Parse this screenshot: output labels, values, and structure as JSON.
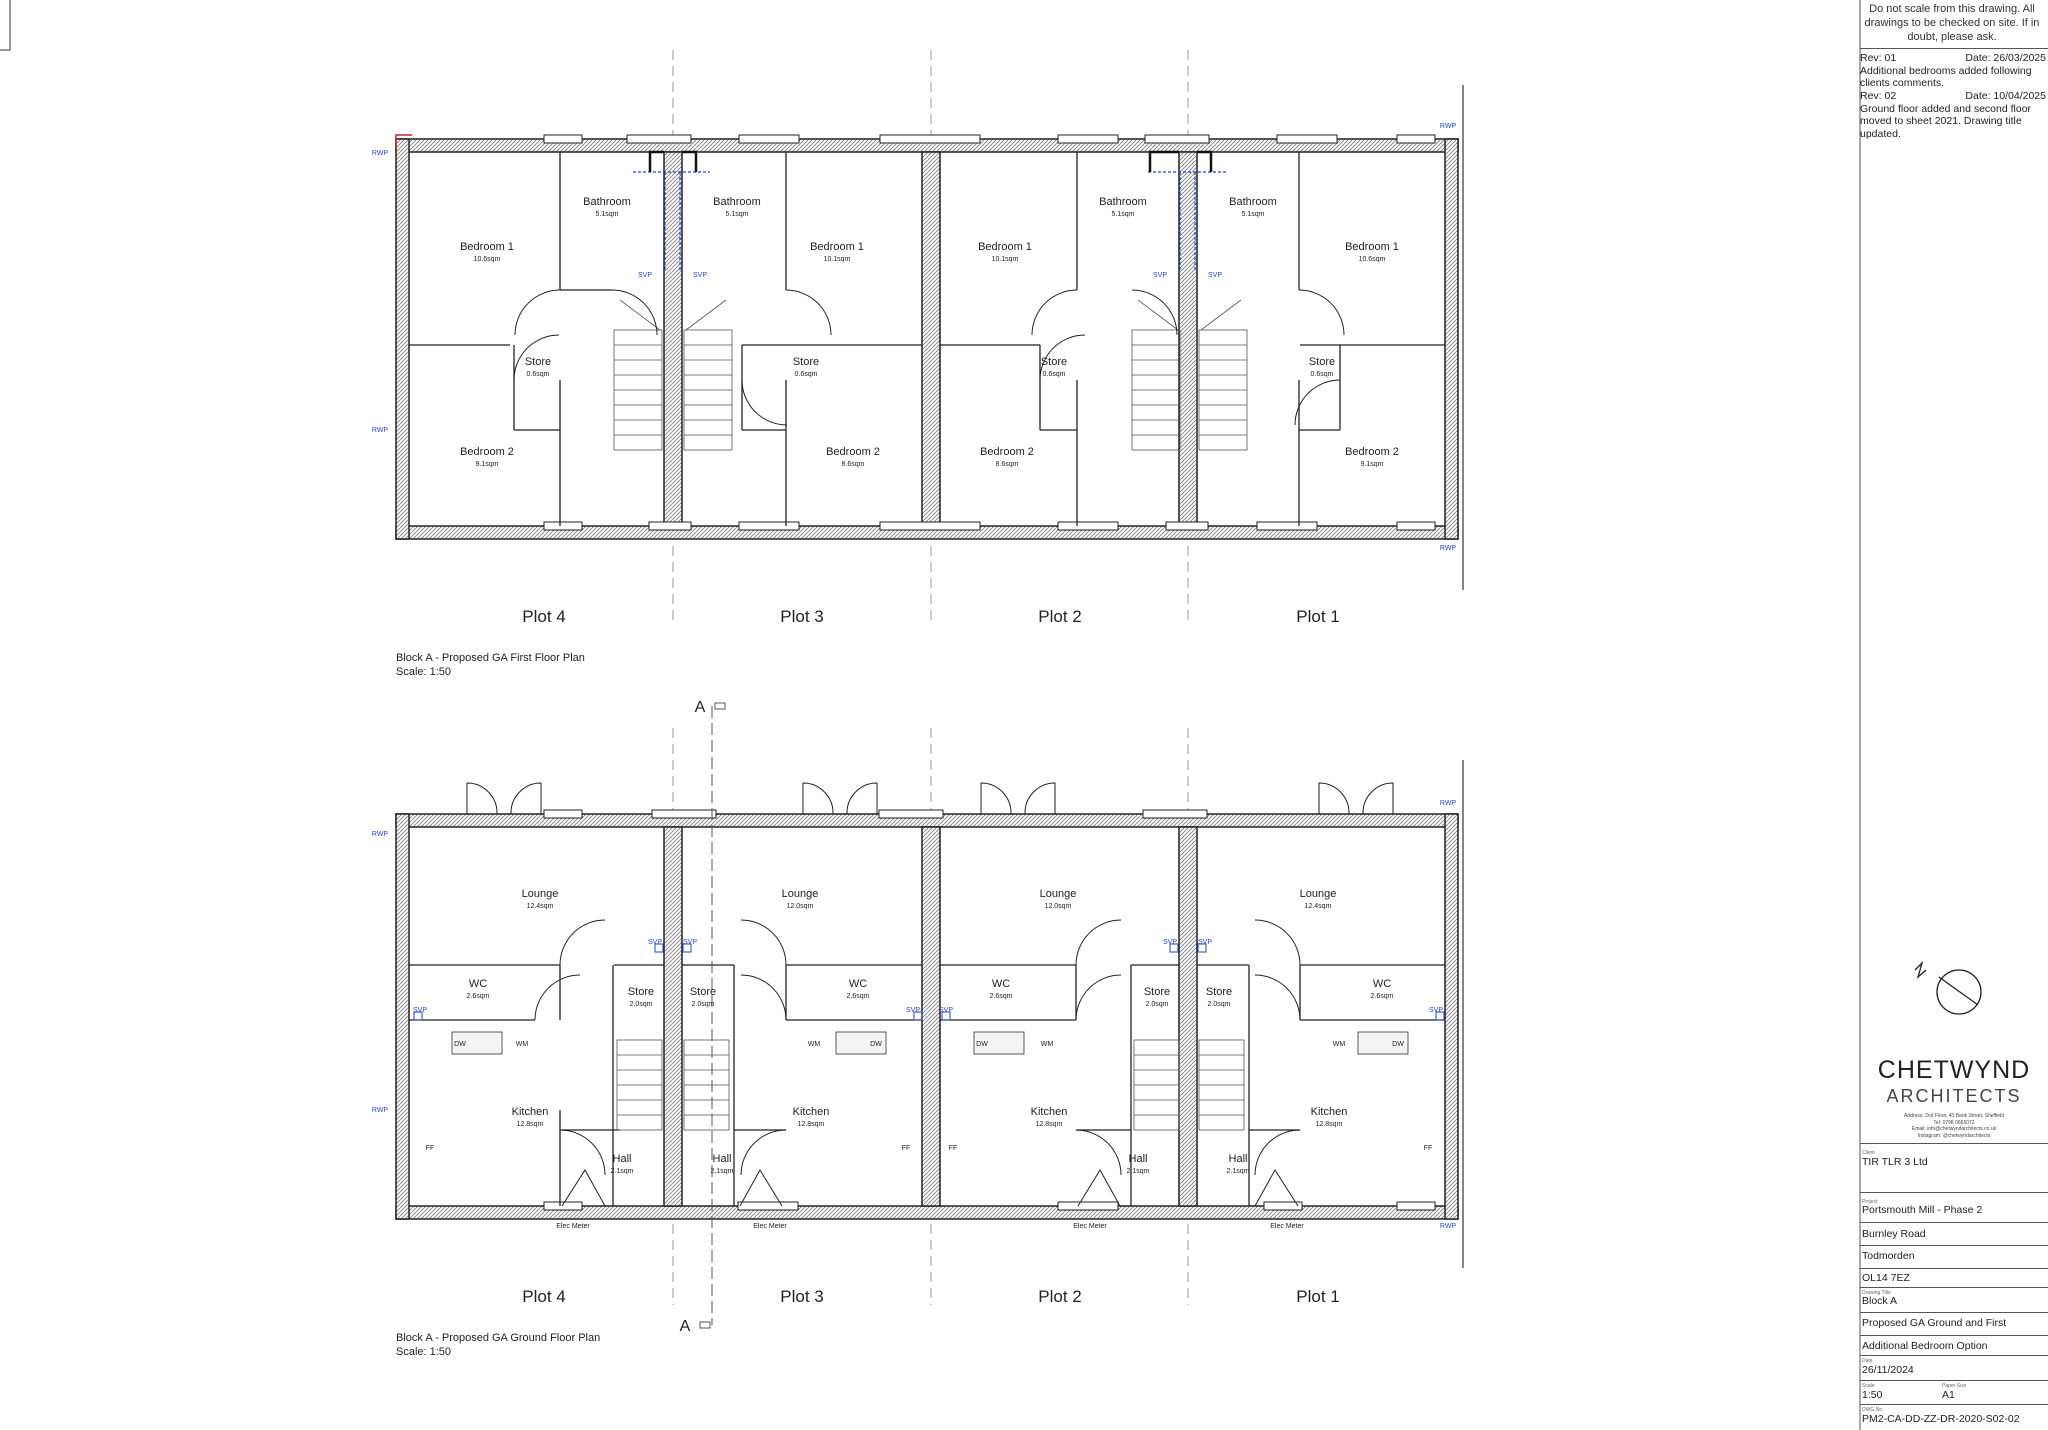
{
  "title_block": {
    "note": "Do not scale from this drawing. All drawings to be checked on site. If in doubt, please ask.",
    "revisions": [
      {
        "rev": "Rev: 01",
        "date": "Date: 26/03/2025",
        "desc": "Additional bedrooms added following clients comments."
      },
      {
        "rev": "Rev: 02",
        "date": "Date: 10/04/2025",
        "desc": "Ground floor added and second floor moved to sheet 2021. Drawing title updated."
      }
    ],
    "company": "CHETWYND",
    "company_sub": "ARCHITECTS",
    "address_lines": [
      "Address: 2nd Floor, 40 Bank Street, Sheffield",
      "Tel: 0798 0665073",
      "Email: info@chetwyndarchitects.co.uk",
      "Instagram: @chetwyndarchitects"
    ],
    "client_label": "Client",
    "client": "TIR TLR 3 Ltd",
    "project_label": "Project",
    "project_lines": [
      "Portsmouth Mill - Phase 2",
      "Burnley Road",
      "Todmorden",
      "OL14 7EZ"
    ],
    "drawing_title_label": "Drawing Title",
    "drawing_title_lines": [
      "Block A",
      "Proposed GA Ground and First",
      "Additional Bedroom Option"
    ],
    "date_label": "Date",
    "date": "26/11/2024",
    "scale_label": "Scale",
    "scale": "1:50",
    "paper_label": "Paper Size",
    "paper": "A1",
    "dwg_label": "DWG No.",
    "dwg_no": "PM2-CA-DD-ZZ-DR-2020-S02-02"
  },
  "plans": {
    "first_floor": {
      "title": "Block A - Proposed GA First Floor Plan",
      "scale": "Scale: 1:50",
      "plots": [
        "Plot 4",
        "Plot 3",
        "Plot 2",
        "Plot 1"
      ]
    },
    "ground_floor": {
      "title": "Block A - Proposed GA Ground Floor Plan",
      "scale": "Scale: 1:50",
      "plots": [
        "Plot 4",
        "Plot 3",
        "Plot 2",
        "Plot 1"
      ]
    }
  },
  "rooms": {
    "first": [
      [
        "Bedroom 1",
        "10.6sqm"
      ],
      [
        "Bathroom",
        "5.1sqm"
      ],
      [
        "Bathroom",
        "5.1sqm"
      ],
      [
        "Bedroom 1",
        "10.1sqm"
      ],
      [
        "Bedroom 1",
        "10.1sqm"
      ],
      [
        "Bathroom",
        "5.1sqm"
      ],
      [
        "Bathroom",
        "5.1sqm"
      ],
      [
        "Bedroom 1",
        "10.6sqm"
      ],
      [
        "Store",
        "0.6sqm"
      ],
      [
        "Store",
        "0.6sqm"
      ],
      [
        "Store",
        "0.6sqm"
      ],
      [
        "Store",
        "0.6sqm"
      ],
      [
        "Bedroom 2",
        "9.1sqm"
      ],
      [
        "Bedroom 2",
        "8.6sqm"
      ],
      [
        "Bedroom 2",
        "8.6sqm"
      ],
      [
        "Bedroom 2",
        "9.1sqm"
      ]
    ],
    "ground": [
      [
        "Lounge",
        "12.4sqm"
      ],
      [
        "Lounge",
        "12.0sqm"
      ],
      [
        "Lounge",
        "12.0sqm"
      ],
      [
        "Lounge",
        "12.4sqm"
      ],
      [
        "WC",
        "2.6sqm"
      ],
      [
        "Store",
        "2.0sqm"
      ],
      [
        "Store",
        "2.0sqm"
      ],
      [
        "WC",
        "2.6sqm"
      ],
      [
        "WC",
        "2.6sqm"
      ],
      [
        "Store",
        "2.0sqm"
      ],
      [
        "Store",
        "2.0sqm"
      ],
      [
        "WC",
        "2.6sqm"
      ],
      [
        "Kitchen",
        "12.8sqm"
      ],
      [
        "Kitchen",
        "12.8sqm"
      ],
      [
        "Kitchen",
        "12.8sqm"
      ],
      [
        "Kitchen",
        "12.8sqm"
      ],
      [
        "Hall",
        "2.1sqm"
      ],
      [
        "Hall",
        "2.1sqm"
      ],
      [
        "Hall",
        "2.1sqm"
      ],
      [
        "Hall",
        "2.1sqm"
      ]
    ]
  },
  "tags": {
    "rwp": "RWP",
    "svp": "SVP",
    "dw": "DW",
    "wm": "WM",
    "ff": "FF",
    "elec": "Elec Meter",
    "section": "A"
  },
  "colors": {
    "line": "#222222",
    "wall_fill": "#bdbdbd",
    "services_blue": "#2244cc",
    "grid_grey": "#9a9a9a",
    "red_marker": "#d22222"
  }
}
